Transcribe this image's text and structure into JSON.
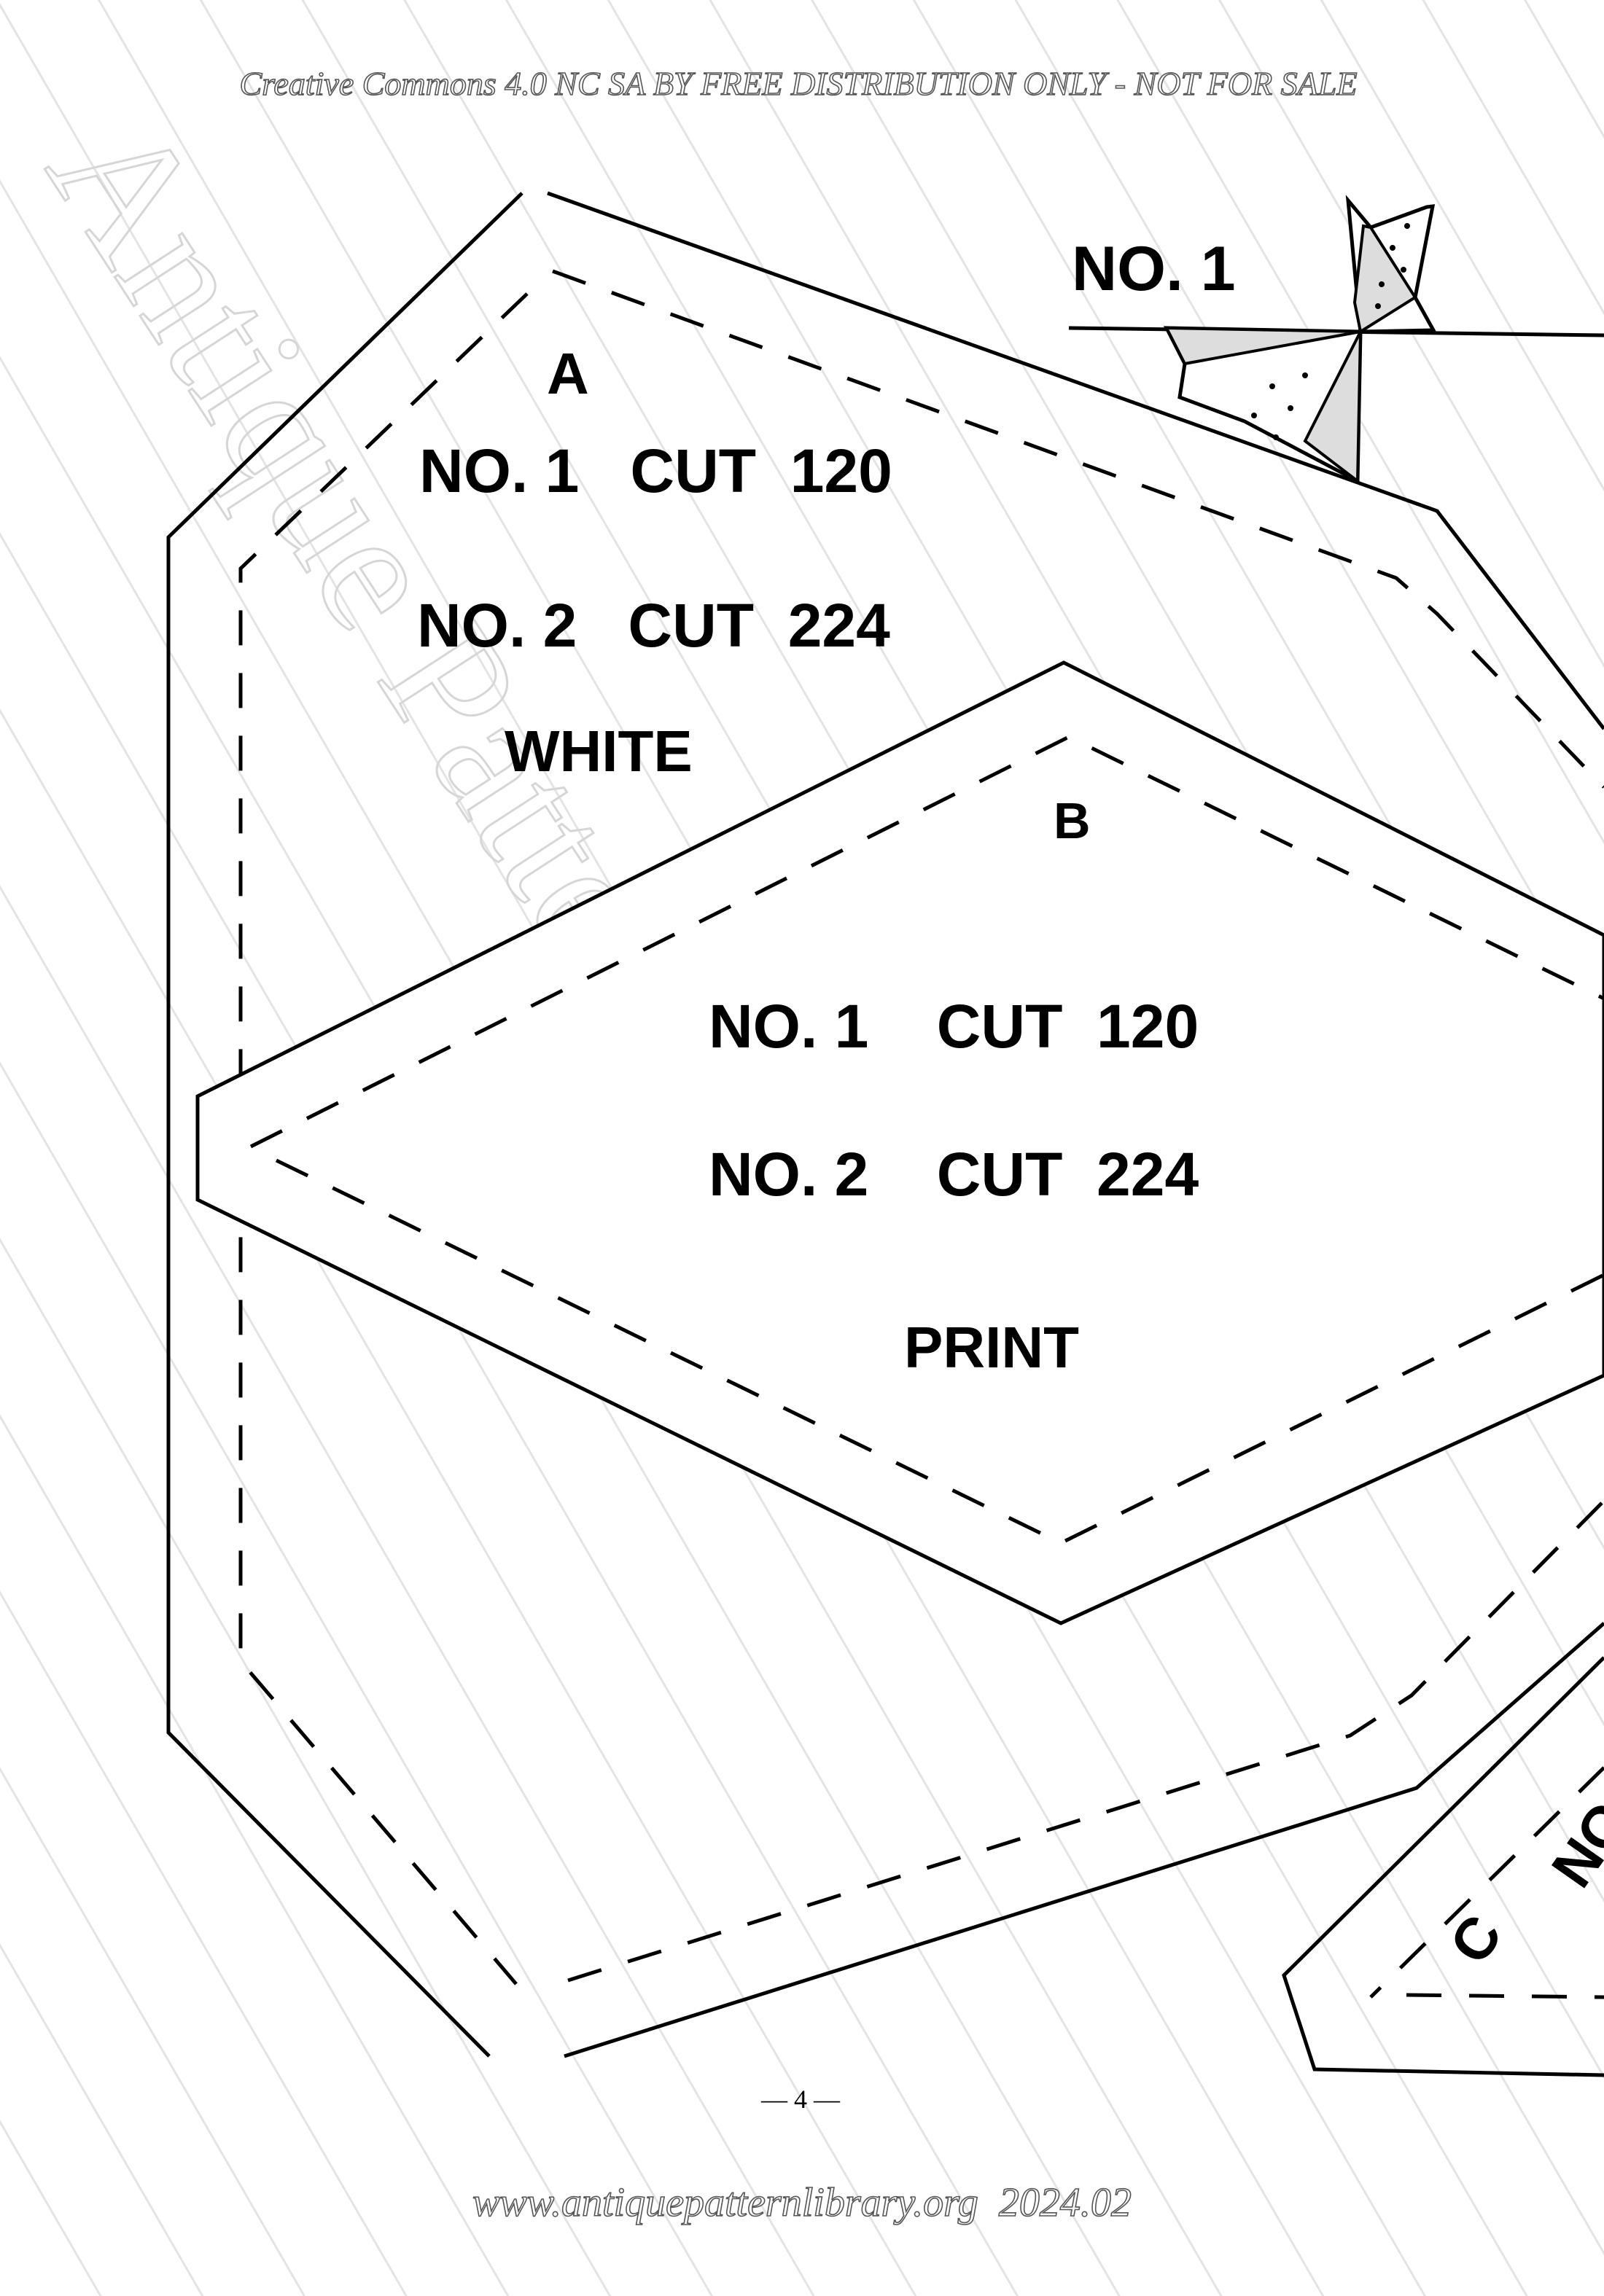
{
  "header": {
    "license": "Creative Commons 4.0 NC SA BY FREE DISTRIBUTION ONLY - NOT FOR SALE"
  },
  "watermark": "Antique Pattern Library",
  "diagram": {
    "block_label": "NO. 1",
    "piece_a": {
      "letter": "A",
      "line1": "NO. 1   CUT  120",
      "line2": "NO. 2   CUT  224",
      "color": "WHITE"
    },
    "piece_b": {
      "letter": "B",
      "line1": "NO. 1    CUT  120",
      "line2": "NO. 2    CUT  224",
      "color": "PRINT"
    },
    "piece_c": {
      "letter": "C",
      "partial": "NO"
    }
  },
  "footer": {
    "page_number": "— 4 —",
    "url": "www.antiquepatternlibrary.org  2024.02"
  }
}
